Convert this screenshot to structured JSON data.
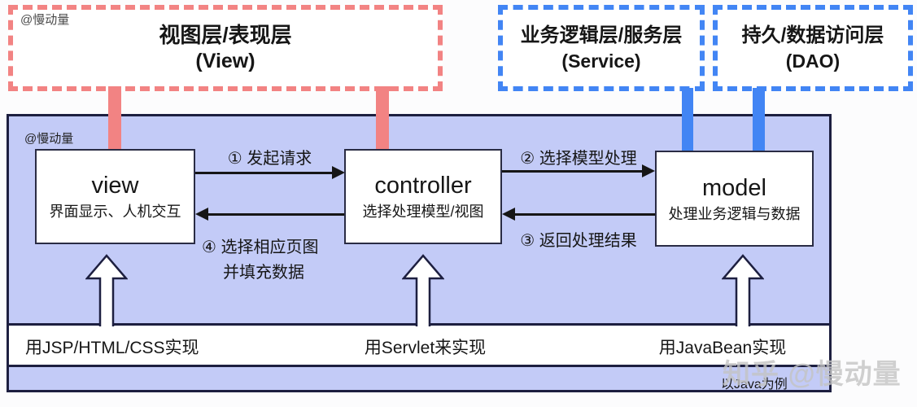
{
  "colors": {
    "canvas_bg": "#fcfcfd",
    "panel_bg": "#c3cbf7",
    "panel_border": "#1d1f40",
    "box_bg": "#ffffff",
    "box_border": "#2a2c44",
    "red": "#f28383",
    "blue": "#4285f4",
    "text": "#161616",
    "watermark_dark": "#4a4a4a",
    "watermark_gray": "#c4c4c4"
  },
  "watermarks": {
    "top_left": "@慢动量",
    "inner": "@慢动量",
    "bottom_right": "知乎 @慢动量"
  },
  "layers": [
    {
      "title": "视图层/表现层",
      "subtitle": "(View)",
      "color": "#f28383"
    },
    {
      "title": "业务逻辑层/服务层",
      "subtitle": "(Service)",
      "color": "#4285f4"
    },
    {
      "title": "持久/数据访问层",
      "subtitle": "(DAO)",
      "color": "#4285f4"
    }
  ],
  "components": [
    {
      "name": "view",
      "desc": "界面显示、人机交互"
    },
    {
      "name": "controller",
      "desc": "选择处理模型/视图"
    },
    {
      "name": "model",
      "desc": "处理业务逻辑与数据"
    }
  ],
  "flows": {
    "step1": "① 发起请求",
    "step2": "② 选择模型处理",
    "step3": "③ 返回处理结果",
    "step4_line1": "④ 选择相应页图",
    "step4_line2": "并填充数据"
  },
  "implementations": {
    "view_impl": "用JSP/HTML/CSS实现",
    "controller_impl": "用Servlet来实现",
    "model_impl": "用JavaBean实现"
  },
  "footer": {
    "note": "以Java为例"
  }
}
